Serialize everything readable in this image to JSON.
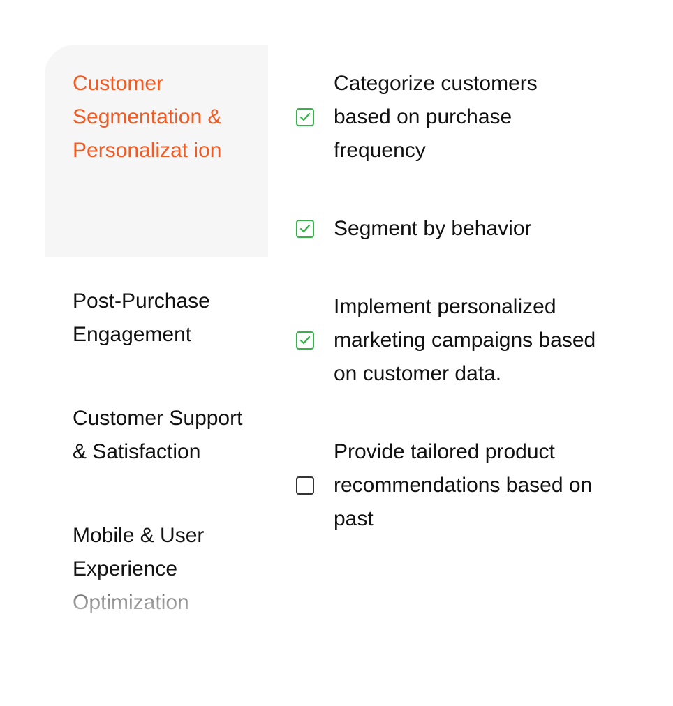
{
  "categories": [
    {
      "label": "Customer Segmentation & Personalizat ion",
      "active": true
    },
    {
      "label": "Post-Purchase Engagement",
      "active": false
    },
    {
      "label": "Customer Support & Satisfaction",
      "active": false
    },
    {
      "label": "Mobile & User Experience Optimization",
      "active": false
    }
  ],
  "tasks": [
    {
      "label": "Categorize customers based on purchase frequency",
      "checked": true
    },
    {
      "label": "Segment by behavior",
      "checked": true
    },
    {
      "label": "Implement personalized marketing campaigns based on customer data.",
      "checked": true
    },
    {
      "label": "Provide tailored product recommendations based on past",
      "checked": false
    }
  ],
  "colors": {
    "accent": "#f15a22",
    "check": "#35b34a",
    "active_bg": "#f6f6f6"
  }
}
